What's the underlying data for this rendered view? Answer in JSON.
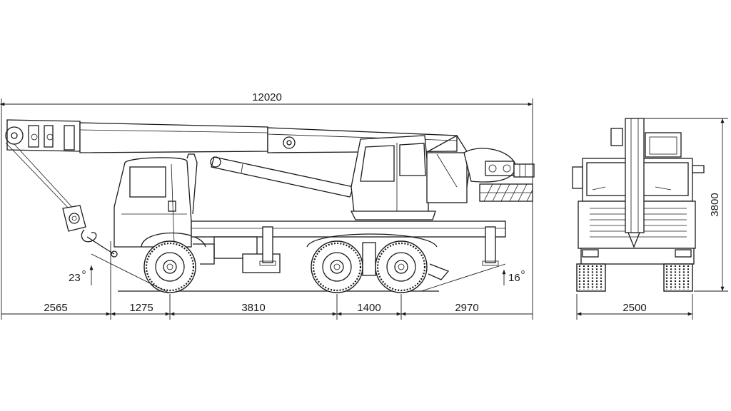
{
  "dimensions": {
    "overall_length": "12020",
    "front_overhang": "2565",
    "front_axle_offset": "1275",
    "wheelbase": "3810",
    "rear_axle_spacing": "1400",
    "rear_overhang": "2970",
    "width": "2500",
    "height": "3800"
  },
  "angles": {
    "approach": "23",
    "departure": "16",
    "degree_mark": "o"
  }
}
